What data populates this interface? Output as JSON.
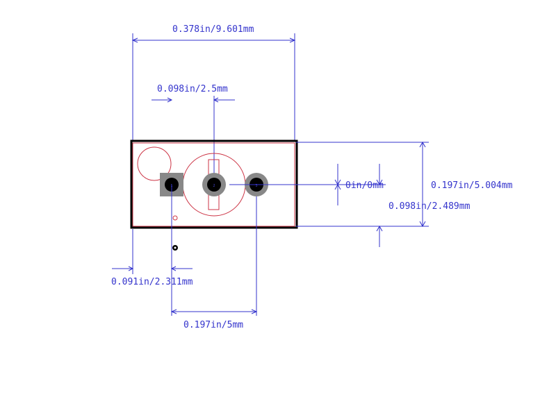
{
  "colors": {
    "dimension": "#3333cc",
    "outline": "#000000",
    "silkscreen": "#cc3344",
    "pad": "#888888",
    "drill": "#000000"
  },
  "dimensions": {
    "overall_width": "0.378in/9.601mm",
    "pin_pitch": "0.098in/2.5mm",
    "overall_height": "0.197in/5.004mm",
    "vertical_offset": "0in/0mm",
    "pad_row_height": "0.098in/2.489mm",
    "body_edge_to_pin1": "0.091in/2.311mm",
    "pin1_to_pin3": "0.197in/5mm"
  },
  "pads": [
    {
      "label": "1",
      "shape": "square"
    },
    {
      "label": "2",
      "shape": "round"
    },
    {
      "label": "3",
      "shape": "round"
    }
  ],
  "icons": {
    "pin1_marker": "pin1-marker-icon"
  }
}
